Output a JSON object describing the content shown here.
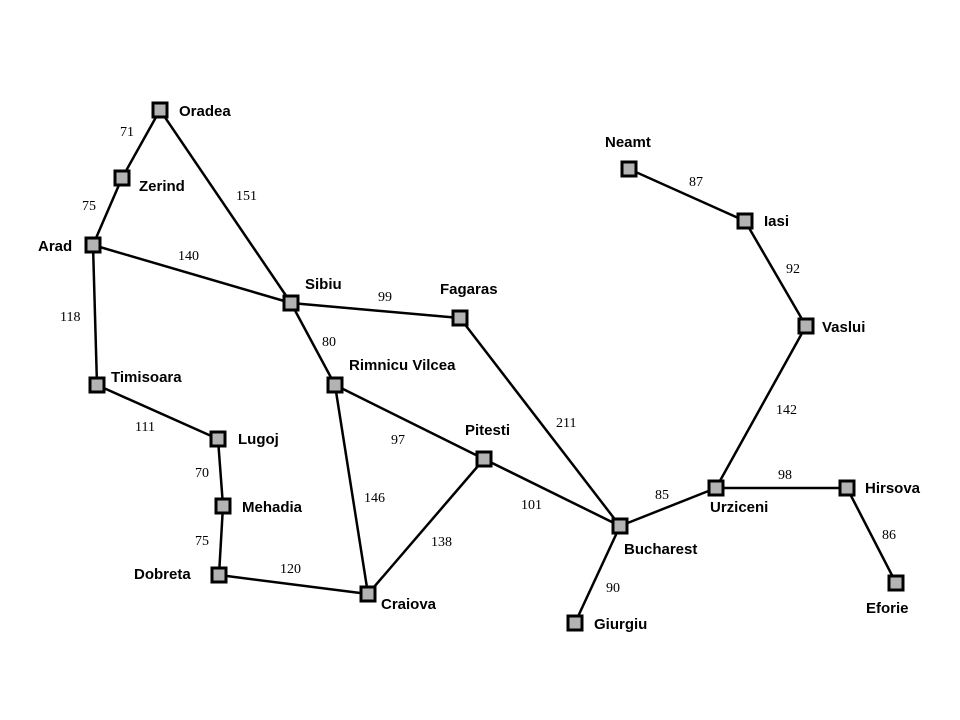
{
  "colors": {
    "background": "#ffffff",
    "line": "#000000",
    "node_fill": "#b3b3b3"
  },
  "cities": {
    "oradea": "Oradea",
    "zerind": "Zerind",
    "arad": "Arad",
    "timisoara": "Timisoara",
    "lugoj": "Lugoj",
    "mehadia": "Mehadia",
    "dobreta": "Dobreta",
    "craiova": "Craiova",
    "sibiu": "Sibiu",
    "rimnicu": "Rimnicu Vilcea",
    "fagaras": "Fagaras",
    "pitesti": "Pitesti",
    "bucharest": "Bucharest",
    "giurgiu": "Giurgiu",
    "urziceni": "Urziceni",
    "hirsova": "Hirsova",
    "eforie": "Eforie",
    "vaslui": "Vaslui",
    "iasi": "Iasi",
    "neamt": "Neamt"
  },
  "roads": {
    "oradea_zerind": "71",
    "zerind_arad": "75",
    "oradea_sibiu": "151",
    "arad_sibiu": "140",
    "arad_timisoara": "118",
    "timisoara_lugoj": "111",
    "lugoj_mehadia": "70",
    "mehadia_dobreta": "75",
    "dobreta_craiova": "120",
    "sibiu_fagaras": "99",
    "sibiu_rimnicu": "80",
    "rimnicu_pitesti": "97",
    "rimnicu_craiova": "146",
    "craiova_pitesti": "138",
    "fagaras_bucharest": "211",
    "pitesti_bucharest": "101",
    "bucharest_giurgiu": "90",
    "bucharest_urziceni": "85",
    "urziceni_hirsova": "98",
    "hirsova_eforie": "86",
    "urziceni_vaslui": "142",
    "vaslui_iasi": "92",
    "iasi_neamt": "87"
  }
}
